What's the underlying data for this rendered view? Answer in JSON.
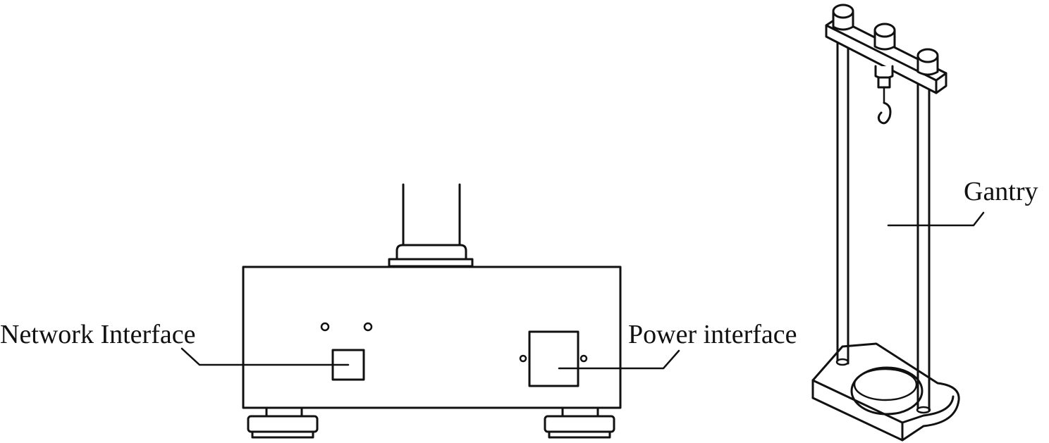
{
  "labels": {
    "network_interface": "Network Interface",
    "power_interface": "Power interface",
    "gantry": "Gantry"
  },
  "colors": {
    "line": "#111111",
    "background": "#ffffff"
  }
}
